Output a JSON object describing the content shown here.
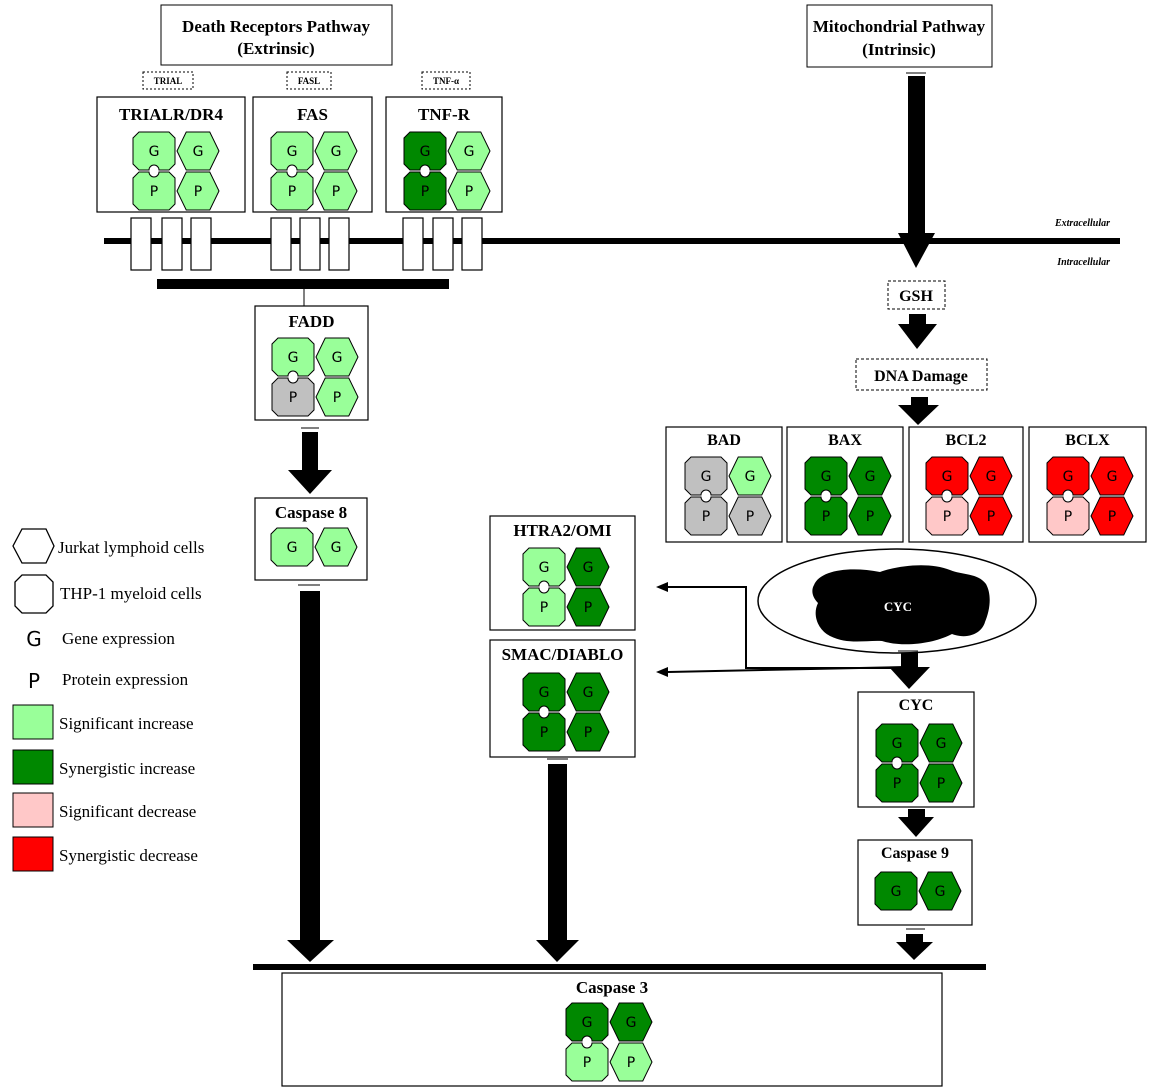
{
  "colors": {
    "sig_inc": "#99ff99",
    "syn_inc": "#008800",
    "sig_dec": "#ffc8c8",
    "syn_dec": "#ff0000",
    "none": "#c0c0c0"
  },
  "pathways": {
    "extrinsic": [
      "Death Receptors Pathway",
      "(Extrinsic)"
    ],
    "intrinsic": [
      "Mitochondrial Pathway",
      "(Intrinsic)"
    ]
  },
  "membrane": {
    "outside": "Extracellular",
    "inside": "Intracellular"
  },
  "ligands": {
    "trial": "TRIAL",
    "fasl": "FASL",
    "tnf": "TNF-α"
  },
  "mediators": {
    "gsh": "GSH",
    "dna": "DNA Damage",
    "cyc_center": "CYC"
  },
  "letters": {
    "gene": "G",
    "protein": "P"
  },
  "boxes": [
    {
      "id": "trialr",
      "title": "TRIALR/DR4",
      "cells": {
        "gj": "sig_inc",
        "gt": "sig_inc",
        "pj": "sig_inc",
        "pt": "sig_inc"
      }
    },
    {
      "id": "fas",
      "title": "FAS",
      "cells": {
        "gj": "sig_inc",
        "gt": "sig_inc",
        "pj": "sig_inc",
        "pt": "sig_inc"
      }
    },
    {
      "id": "tnfr",
      "title": "TNF-R",
      "cells": {
        "gj": "syn_inc",
        "gt": "sig_inc",
        "pj": "syn_inc",
        "pt": "sig_inc"
      }
    },
    {
      "id": "fadd",
      "title": "FADD",
      "cells": {
        "gj": "sig_inc",
        "gt": "sig_inc",
        "pj": "none",
        "pt": "sig_inc"
      }
    },
    {
      "id": "casp8",
      "title": "Caspase 8",
      "cells": {
        "gj": "sig_inc",
        "gt": "sig_inc"
      }
    },
    {
      "id": "htra2",
      "title": "HTRA2/OMI",
      "cells": {
        "gj": "sig_inc",
        "gt": "syn_inc",
        "pj": "sig_inc",
        "pt": "syn_inc"
      }
    },
    {
      "id": "smac",
      "title": "SMAC/DIABLO",
      "cells": {
        "gj": "syn_inc",
        "gt": "syn_inc",
        "pj": "syn_inc",
        "pt": "syn_inc"
      }
    },
    {
      "id": "bad",
      "title": "BAD",
      "cells": {
        "gj": "none",
        "gt": "sig_inc",
        "pj": "none",
        "pt": "none"
      }
    },
    {
      "id": "bax",
      "title": "BAX",
      "cells": {
        "gj": "syn_inc",
        "gt": "syn_inc",
        "pj": "syn_inc",
        "pt": "syn_inc"
      }
    },
    {
      "id": "bcl2",
      "title": "BCL2",
      "cells": {
        "gj": "syn_dec",
        "gt": "syn_dec",
        "pj": "sig_dec",
        "pt": "syn_dec"
      }
    },
    {
      "id": "bclx",
      "title": "BCLX",
      "cells": {
        "gj": "syn_dec",
        "gt": "syn_dec",
        "pj": "sig_dec",
        "pt": "syn_dec"
      }
    },
    {
      "id": "cyc",
      "title": "CYC",
      "cells": {
        "gj": "syn_inc",
        "gt": "syn_inc",
        "pj": "syn_inc",
        "pt": "syn_inc"
      }
    },
    {
      "id": "casp9",
      "title": "Caspase 9",
      "cells": {
        "gj": "syn_inc",
        "gt": "syn_inc"
      }
    },
    {
      "id": "casp3",
      "title": "Caspase 3",
      "cells": {
        "gj": "syn_inc",
        "gt": "syn_inc",
        "pj": "sig_inc",
        "pt": "sig_inc"
      }
    }
  ],
  "legend": {
    "jurkat": "Jurkat  lymphoid cells",
    "thp1": "THP-1 myeloid cells",
    "gene": "Gene expression",
    "protein": "Protein expression",
    "sig_inc": "Significant increase",
    "syn_inc": "Synergistic increase",
    "sig_dec": "Significant decrease",
    "syn_dec": "Synergistic decrease"
  }
}
